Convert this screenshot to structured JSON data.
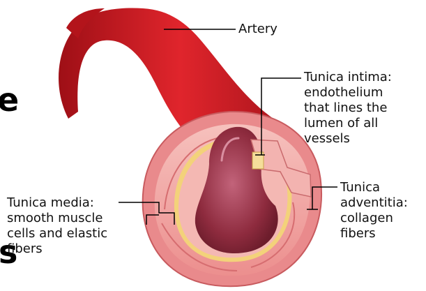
{
  "labels": {
    "artery": "Artery",
    "intima": "Tunica intima:\nendothelium\nthat lines the\nlumen of all\nvessels",
    "media": "Tunica media:\nsmooth muscle\ncells and elastic\nfibers",
    "adventitia": "Tunica\nadventitia:\ncollagen\nfibers"
  },
  "cropped_text": {
    "top": "e",
    "bottom": "s"
  },
  "colors": {
    "artery_red": "#c8161d",
    "adventitia_pink": "#e98a8c",
    "media_pink": "#f1a7a4",
    "intima_yellow": "#f3d27a",
    "lumen_maroon": "#8e2b3e"
  }
}
